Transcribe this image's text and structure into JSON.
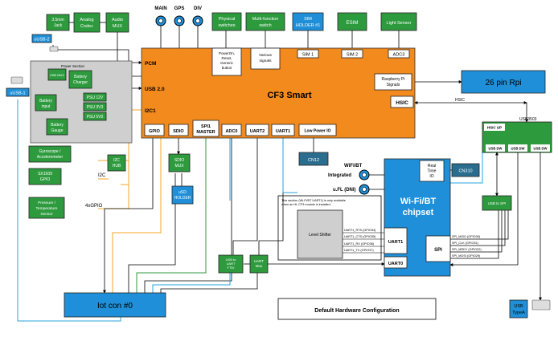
{
  "title": "Default Hardware Configuration",
  "colors": {
    "soc": "#f28a1e",
    "green": "#2e9a3e",
    "blue": "#1e8fd8",
    "teal": "#2b6d8f",
    "power": "#cfcfcf",
    "line_blue": "#2aa3dd",
    "line_orange": "#f5a623",
    "line_green": "#2e9a3e"
  },
  "soc": {
    "name": "CF3 Smart",
    "pcm": "PCM",
    "usb20": "USB 2.0",
    "i2c1": "I2C1",
    "gpio": "GPIO",
    "sdio": "SDIO",
    "spi1_master": [
      "SPI1",
      "MASTER"
    ],
    "adc0": "ADC0",
    "uart2": "UART2",
    "uart1": "UART1",
    "low_power_io": "Low Power IO",
    "power_reset": [
      "PowerOn,",
      "Reset,",
      "Generic",
      "button"
    ],
    "various_signals": [
      "Various",
      "signals"
    ],
    "sim1": "SIM 1",
    "sim2": "SIM 2",
    "adc3": "ADC3",
    "rpi_signals": [
      "Raspberry Pi",
      "Signals"
    ],
    "hsic": "HSIC"
  },
  "top": {
    "jack": [
      "3.5mm",
      "Jack"
    ],
    "analog_codec": [
      "Analog",
      "Codec"
    ],
    "audio_mux": [
      "Audio",
      "MUX"
    ],
    "antennas": [
      "MAIN",
      "GPS",
      "DIV"
    ],
    "physical_switches": [
      "Physical",
      "switches"
    ],
    "multifunction_switch": [
      "Multi-function",
      "switch"
    ],
    "sim_holder": [
      "SIM",
      "HOLDER #1"
    ],
    "esim": "ESIM",
    "light_sensor": "Light Sensor"
  },
  "left": {
    "uusb2": "uUSB-2",
    "uusb1": "uUSB-1",
    "power_section": "Power Section",
    "usb_mux": "USB MUX",
    "battery_charger": [
      "Battery",
      "Charger"
    ],
    "battery_input": [
      "Battery",
      "input"
    ],
    "battery_gauge": [
      "Battery",
      "Gauge"
    ],
    "psu": [
      "PSU 12V",
      "PSU 3V3",
      "PSU 5V0"
    ],
    "gyro": [
      "Gyroscope /",
      "Accelerometer"
    ],
    "sx1509": [
      "SX1509",
      "GPIO"
    ],
    "pressure": [
      "Pressure /",
      "Temperature",
      "Sensor"
    ],
    "i2c_hub": [
      "I2C",
      "HUB"
    ],
    "i2c_label": "I2C",
    "gpio_label": "4xGPIO"
  },
  "mid": {
    "sdio_mux": [
      "SDIO",
      "MUX"
    ],
    "usd_holder": [
      "uSD",
      "HOLDER"
    ],
    "usb_uart": [
      "USB to",
      "UART",
      "FTDI"
    ],
    "uart_mux": [
      "UART",
      "Mux"
    ],
    "iot_con": "Iot con #0",
    "cn12": "CN12"
  },
  "right": {
    "rpi": "26 pin Rpi",
    "hsic_label": "HSIC",
    "usb3503": "USB3503",
    "hsic_up": "HSIC UP",
    "usb_dw": [
      "USB DW",
      "USB DW",
      "USB DW"
    ],
    "usb_to_spi": [
      "USB to SPI"
    ],
    "usb_typea": [
      "USB",
      "TypeA"
    ],
    "cn310": "CN310"
  },
  "wifi": {
    "chip": [
      "Wi-Fi/BT",
      "chipset"
    ],
    "rtio": [
      "Real",
      "Time",
      "IO"
    ],
    "uart1": "UART1",
    "uart0": "UART0",
    "spi": "SPI",
    "wifibt_label": "WiFi/BT",
    "integrated": "Integrated",
    "ufl": "u.FL (DNI)",
    "note": [
      "This section (Wi-Fi/BT UART1) is only available",
      "when an HL CF3 module is installed."
    ],
    "level_shifter": "Level Shifter",
    "uart_signals": [
      "UART1_RTS (GPIO34)",
      "UART1_CTS (GPIO35)",
      "UART1_RX (GPIO36)",
      "UART1_TX (GPIO37)"
    ],
    "spi_signals": [
      "SPI_MISO (GPIO30)",
      "SPI_CLK (GPIO31)",
      "SPI_MRDY (GPIO32)",
      "SPI_MOSI (GPIO29)"
    ]
  }
}
